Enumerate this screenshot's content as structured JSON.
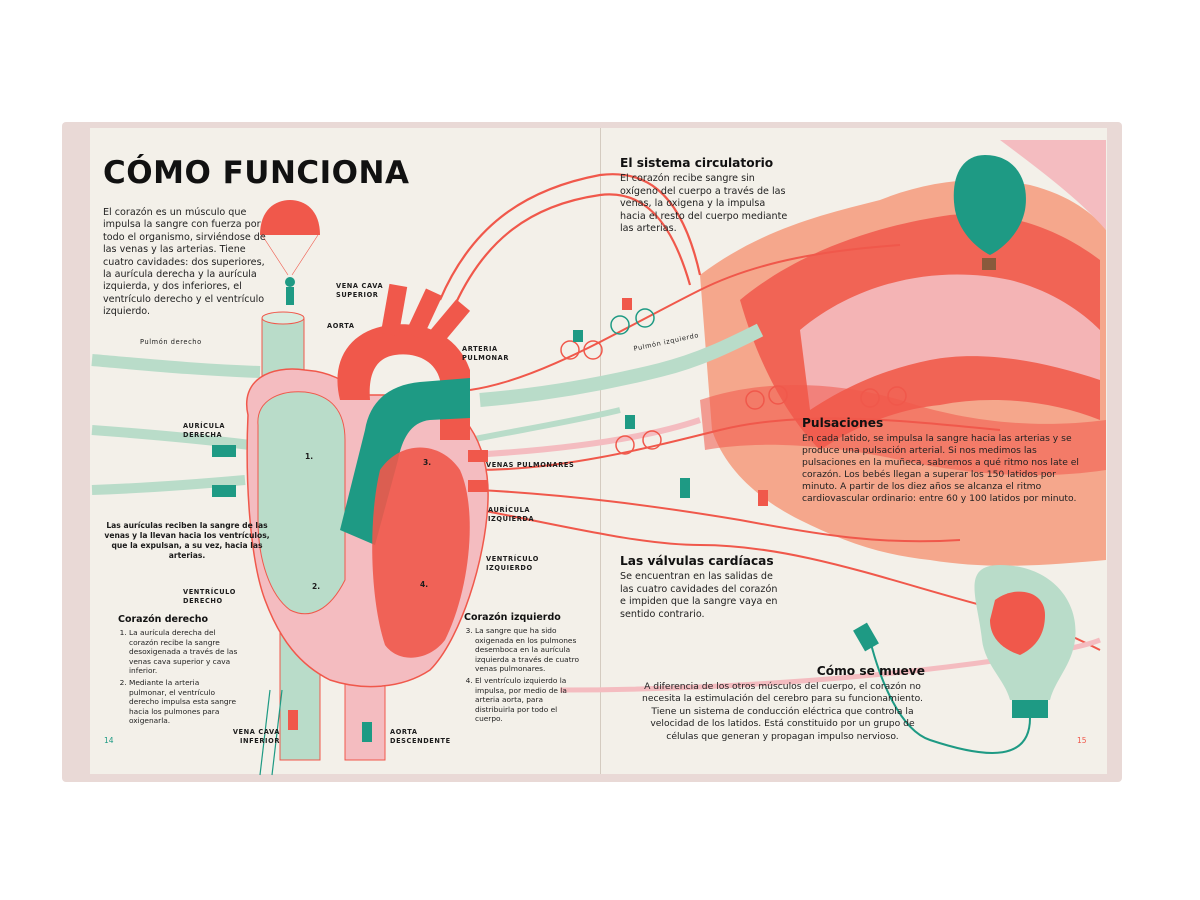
{
  "left_page": {
    "title": "CÓMO FUNCIONA",
    "intro": "El corazón es un músculo que impulsa la sangre con fuerza por todo el organismo, sirviéndose de las venas y las arterias. Tiene cuatro cavidades: dos superiores, la aurícula derecha y la aurícula izquierda, y dos inferiores, el ventrículo derecho y el ventrículo izquierdo.",
    "labels": {
      "vena_cava_superior": "VENA CAVA SUPERIOR",
      "aorta": "AORTA",
      "arteria_pulmonar": "ARTERIA PULMONAR",
      "auricula_derecha": "AURÍCULA DERECHA",
      "venas_pulmonares": "VENAS PULMONARES",
      "auricula_izquierda": "AURÍCULA IZQUIERDA",
      "ventriculo_izquierdo": "VENTRÍCULO IZQUIERDO",
      "ventriculo_derecho": "VENTRÍCULO DERECHO",
      "vena_cava_inferior": "VENA CAVA INFERIOR",
      "aorta_descendente": "AORTA DESCENDENTE",
      "pulmon_derecho": "Pulmón derecho"
    },
    "chamber_numbers": [
      "1.",
      "2.",
      "3.",
      "4."
    ],
    "callout": "Las aurículas reciben la sangre de las venas y la llevan hacia los ventrículos, que la expulsan, a su vez, hacia las arterias.",
    "corazon_derecho": {
      "heading": "Corazón derecho",
      "items": [
        "La aurícula derecha del corazón recibe la sangre desoxigenada a través de las venas cava superior y cava inferior.",
        "Mediante la arteria pulmonar, el ventrículo derecho impulsa esta sangre hacia los pulmones para oxigenarla."
      ]
    },
    "corazon_izquierdo": {
      "heading": "Corazón izquierdo",
      "items": [
        "La sangre que ha sido oxigenada en los pulmones desemboca en la aurícula izquierda a través de cuatro venas pulmonares.",
        "El ventrículo izquierdo la impulsa, por medio de la arteria aorta, para distribuirla por todo el cuerpo."
      ]
    },
    "page_number": "14"
  },
  "right_page": {
    "circulatorio": {
      "heading": "El sistema circulatorio",
      "text": "El corazón recibe sangre sin oxígeno del cuerpo a través de las venas, la oxigena y la impulsa hacia el resto del cuerpo mediante las arterias."
    },
    "pulmon_izquierdo": "Pulmón izquierdo",
    "pulsaciones": {
      "heading": "Pulsaciones",
      "text": "En cada latido, se impulsa la sangre hacia las arterias y se produce una pulsación arterial. Si nos medimos las pulsaciones en la muñeca, sabremos a qué ritmo nos late el corazón. Los bebés llegan a superar los 150 latidos por minuto. A partir de los diez años se alcanza el ritmo cardiovascular ordinario: entre 60 y 100 latidos por minuto."
    },
    "valvulas": {
      "heading": "Las válvulas cardíacas",
      "text": "Se encuentran en las salidas de las cuatro cavidades del corazón e impiden que la sangre vaya en sentido contrario."
    },
    "mueve": {
      "heading": "Cómo se mueve",
      "text": "A diferencia de los otros músculos del cuerpo, el corazón no necesita la estimulación del cerebro para su funcionamiento. Tiene un sistema de conducción eléctrica que controla la velocidad de los latidos. Está constituido por un grupo de células que generan y propagan impulso nervioso."
    },
    "page_number": "15"
  },
  "colors": {
    "teal": "#1e9a84",
    "mint": "#b9dcc9",
    "coral": "#f0584b",
    "salmon": "#f5a78c",
    "pink": "#f4bcc0",
    "paper": "#f3f0e9"
  }
}
